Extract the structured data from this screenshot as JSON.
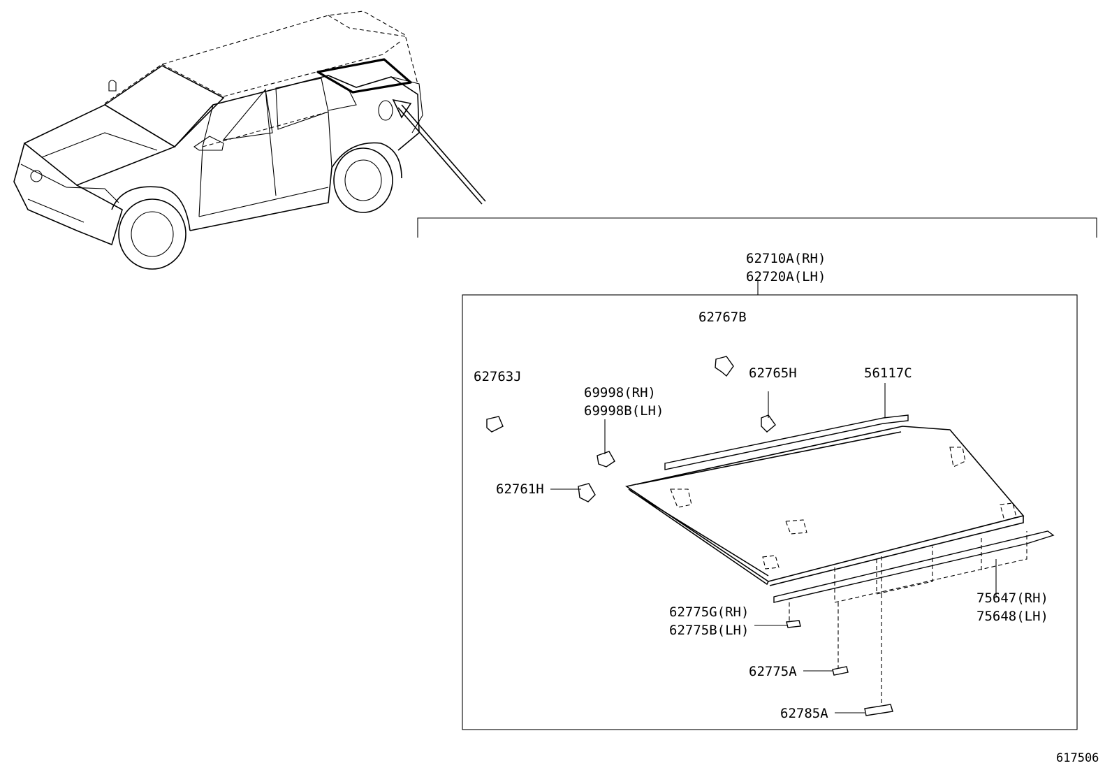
{
  "diagram_id": "617506",
  "vehicle_view": "suv-isometric-line-drawing",
  "parts": {
    "glass_top": "62710A(RH)",
    "glass_bottom": "62720A(LH)",
    "p_62767B": "62767B",
    "p_62763J": "62763J",
    "p_62765H": "62765H",
    "p_56117C": "56117C",
    "p_69998_rh": "69998(RH)",
    "p_69998_lh": "69998B(LH)",
    "p_62761H": "62761H",
    "p_75647_rh": "75647(RH)",
    "p_75648_lh": "75648(LH)",
    "p_62775G_rh": "62775G(RH)",
    "p_62775B_lh": "62775B(LH)",
    "p_62775A": "62775A",
    "p_62785A": "62785A"
  }
}
